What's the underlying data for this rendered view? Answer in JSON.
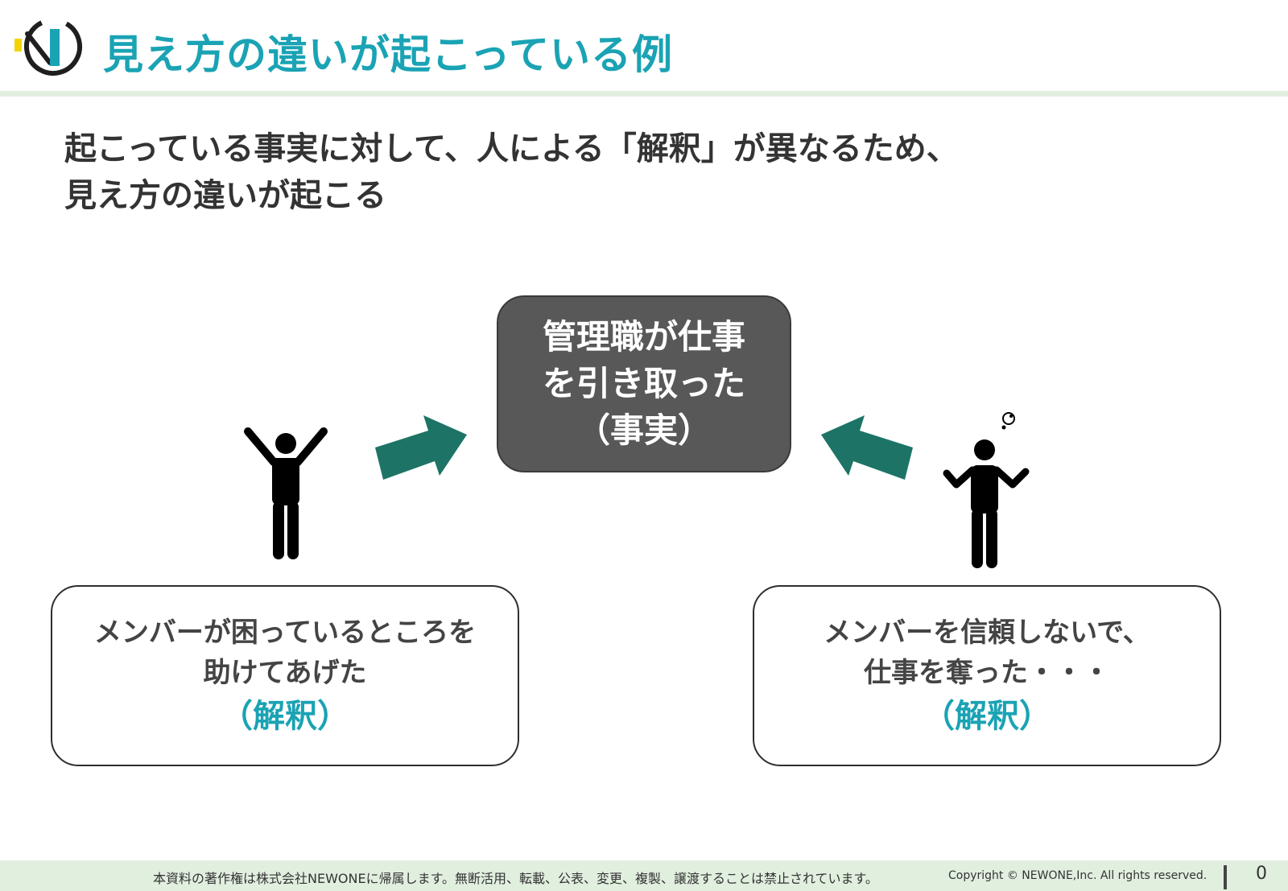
{
  "header": {
    "title": "見え方の違いが起こっている例"
  },
  "lead": {
    "line1": "起こっている事実に対して、人による「解釈」が異なるため、",
    "line2": "見え方の違いが起こる"
  },
  "fact": {
    "line1": "管理職が仕事",
    "line2": "を引き取った",
    "line3": "（事実）"
  },
  "interpretations": {
    "left": {
      "line1": "メンバーが困っているところを",
      "line2": "助けてあげた",
      "tag": "（解釈）"
    },
    "right": {
      "line1": "メンバーを信頼しないで、",
      "line2": "仕事を奪った・・・",
      "tag": "（解釈）"
    }
  },
  "footer": {
    "notice": "本資料の著作権は株式会社NEWONEに帰属します。無断活用、転載、公表、変更、複製、譲渡することは禁止されています。",
    "copyright": "Copyright © NEWONE,Inc. All rights reserved.",
    "page": "0"
  },
  "colors": {
    "accent": "#1aa3b4",
    "arrow": "#1d7466",
    "fact_box": "#585858",
    "band": "#e1efdf"
  },
  "icons": [
    "newone-logo-icon",
    "person-cheering-icon",
    "person-shrugging-icon",
    "thought-bubble-icon",
    "arrow-right-icon",
    "arrow-left-icon"
  ]
}
